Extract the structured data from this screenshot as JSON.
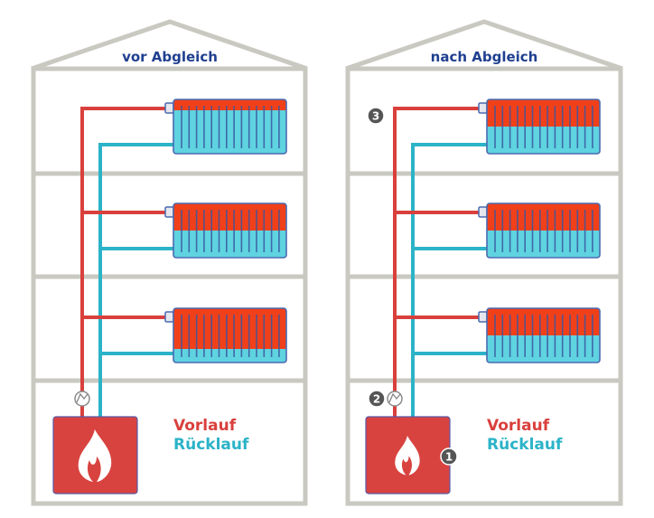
{
  "colors": {
    "wall": "#c9c9c1",
    "flow": "#d9403c",
    "return": "#2bb3c8",
    "hot": "#f0401a",
    "cold": "#5fd3e0",
    "radiator_border": "#4a6ab0",
    "fins": "#3a56a0",
    "boiler": "#d8433f",
    "title": "#1f3f8f",
    "badge": "#555555"
  },
  "houses": [
    {
      "id": "before",
      "title": "vor Abgleich",
      "radiators": [
        {
          "floor": "top",
          "hot_fraction": 0.2
        },
        {
          "floor": "middle",
          "hot_fraction": 0.5
        },
        {
          "floor": "lower",
          "hot_fraction": 0.75
        }
      ],
      "legend": {
        "flow": "Vorlauf",
        "return": "Rücklauf"
      },
      "badges": []
    },
    {
      "id": "after",
      "title": "nach Abgleich",
      "radiators": [
        {
          "floor": "top",
          "hot_fraction": 0.5
        },
        {
          "floor": "middle",
          "hot_fraction": 0.5
        },
        {
          "floor": "lower",
          "hot_fraction": 0.5
        }
      ],
      "legend": {
        "flow": "Vorlauf",
        "return": "Rücklauf"
      },
      "badges": [
        {
          "label": "1",
          "target": "boiler"
        },
        {
          "label": "2",
          "target": "pump"
        },
        {
          "label": "3",
          "target": "top-radiator-valve"
        }
      ]
    }
  ],
  "icons": {
    "boiler": "flame-icon",
    "pump": "pump-icon"
  }
}
